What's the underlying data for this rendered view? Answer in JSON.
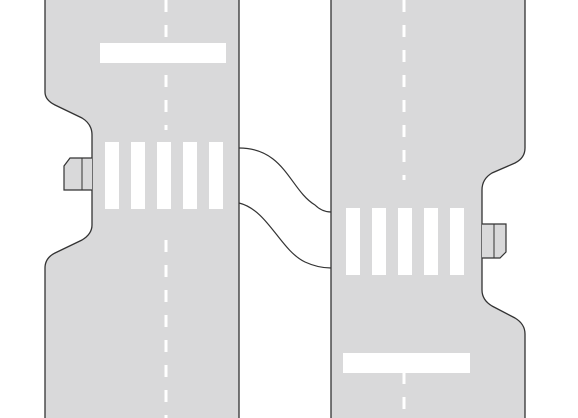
{
  "colors": {
    "background": "#ffffff",
    "road": "#d9d9da",
    "edge": "#333333",
    "marking": "#ffffff"
  },
  "roads": [
    {
      "name": "left-road",
      "stripes": 5,
      "curb_side": "left"
    },
    {
      "name": "right-road",
      "stripes": 5,
      "curb_side": "right"
    }
  ]
}
